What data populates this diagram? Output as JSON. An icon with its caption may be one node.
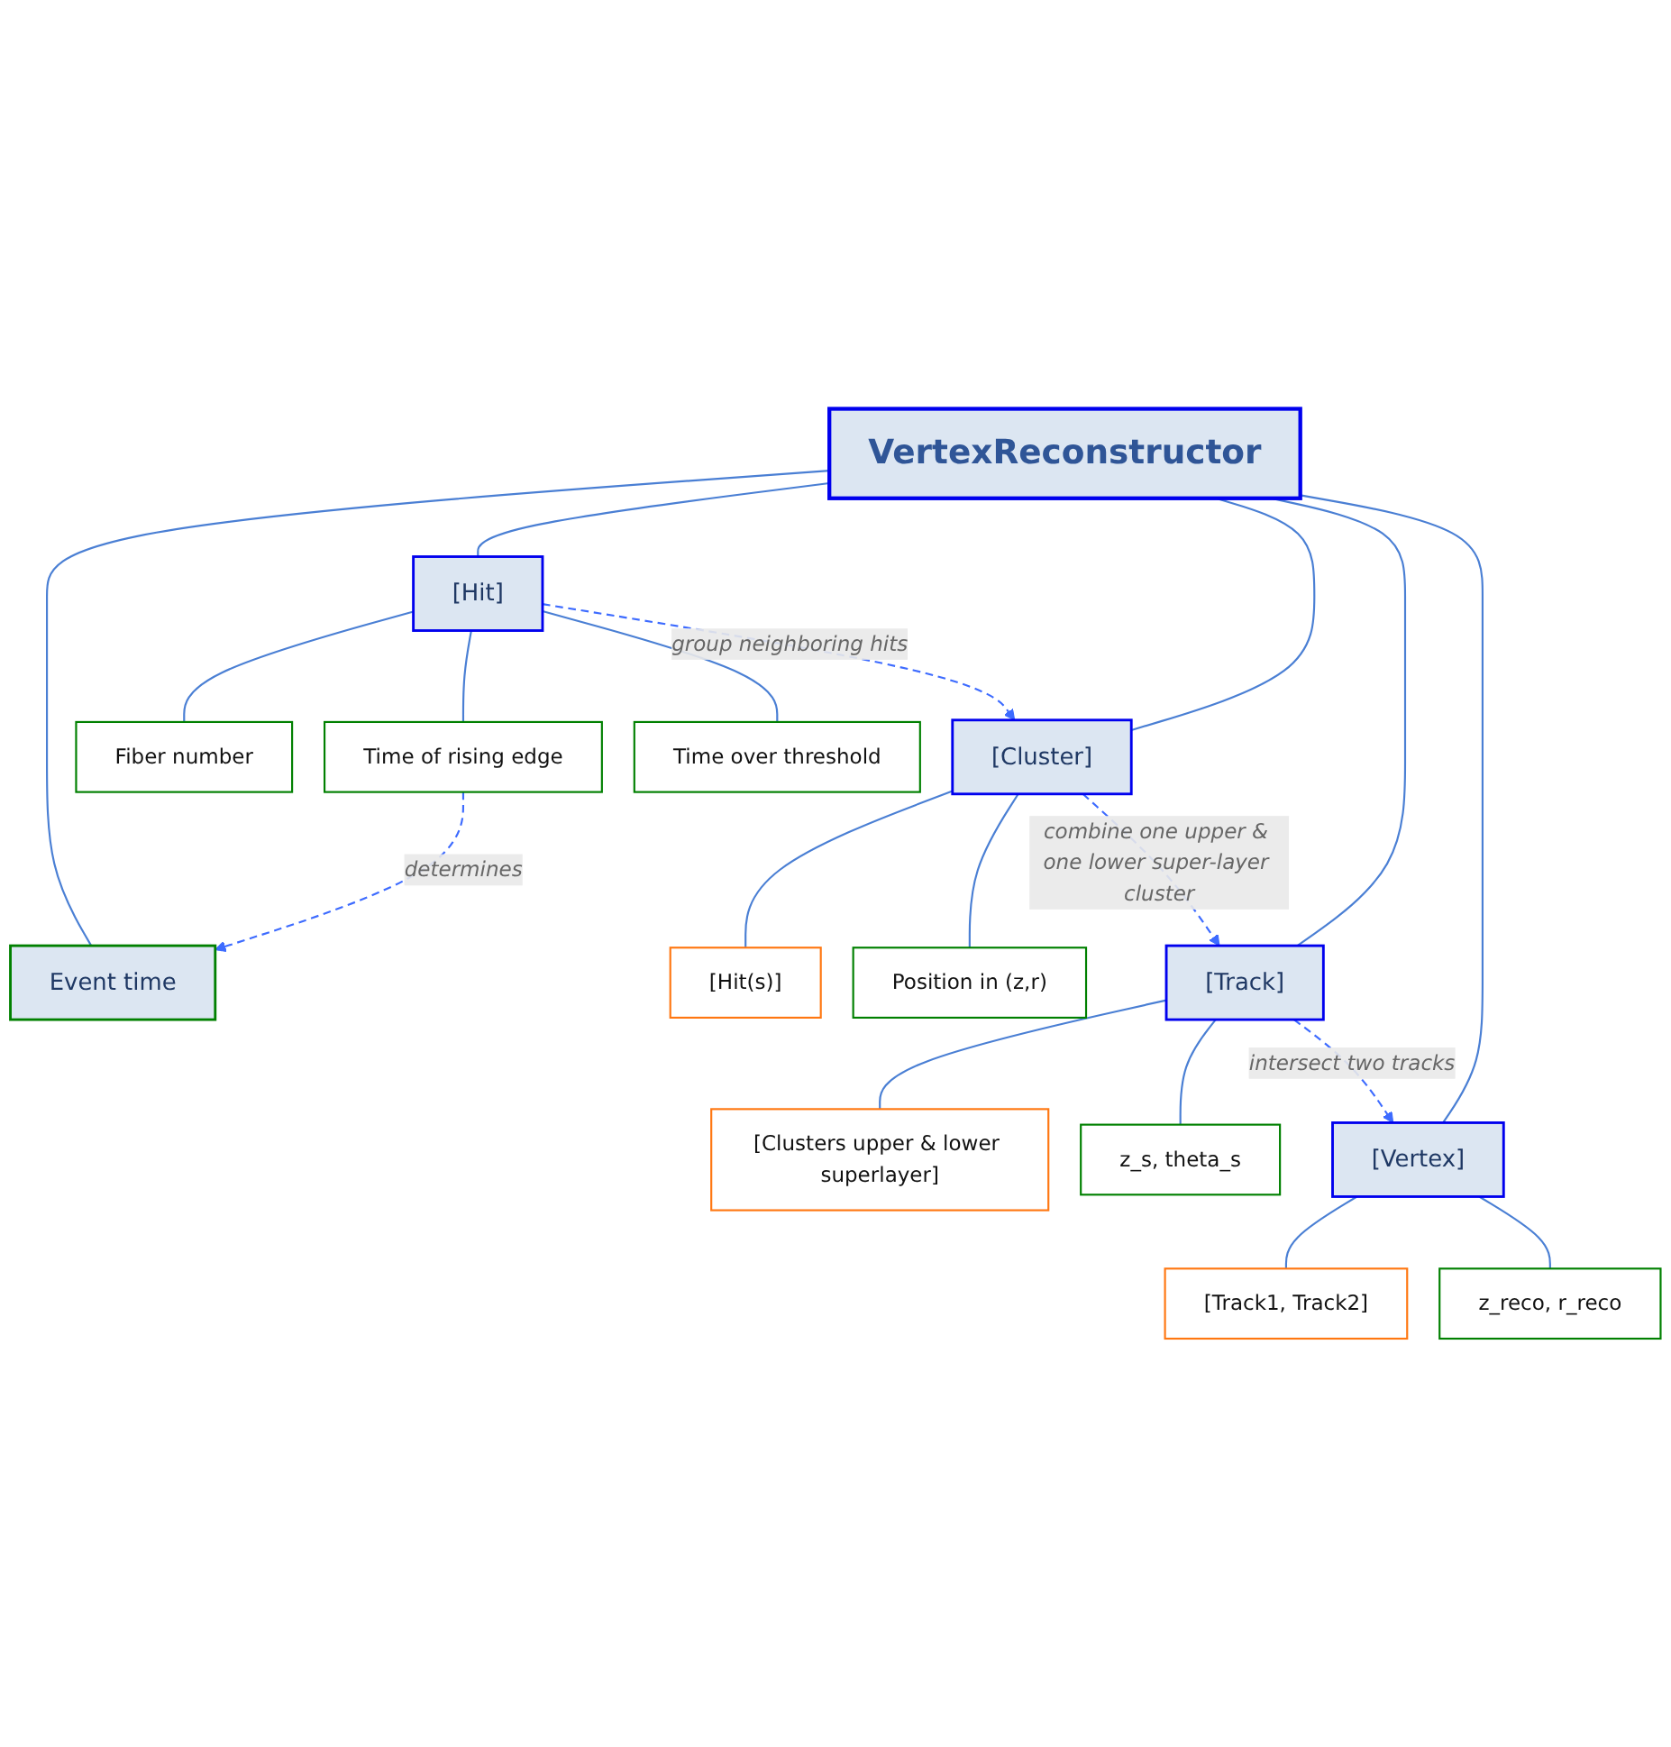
{
  "diagram": {
    "nodes": [
      {
        "text": [
          "VertexReconstructor"
        ]
      },
      {
        "text": [
          "Event time"
        ]
      },
      {
        "text": [
          "[Hit]"
        ]
      },
      {
        "text": [
          "Fiber number"
        ]
      },
      {
        "text": [
          "Time of rising edge"
        ]
      },
      {
        "text": [
          "Time over threshold"
        ]
      },
      {
        "text": [
          "[Cluster]"
        ]
      },
      {
        "text": [
          "[Hit(s)]"
        ]
      },
      {
        "text": [
          "Position in (z,r)"
        ]
      },
      {
        "text": [
          "[Track]"
        ]
      },
      {
        "text": [
          "[Clusters upper & lower superlayer]"
        ]
      },
      {
        "text": [
          "z_s, theta_s"
        ]
      },
      {
        "text": [
          "[Vertex]"
        ]
      },
      {
        "text": [
          "[Track1, Track2]"
        ]
      },
      {
        "text": [
          "z_reco, r_reco"
        ]
      }
    ],
    "edges": [
      {
        "from": 0,
        "to": 1,
        "arrow": "none"
      },
      {
        "from": 0,
        "to": 2,
        "arrow": "none"
      },
      {
        "from": 2,
        "to": 3,
        "arrow": "none"
      },
      {
        "from": 2,
        "to": 4,
        "arrow": "none"
      },
      {
        "from": 2,
        "to": 5,
        "arrow": "none"
      },
      {
        "from": 0,
        "to": 6,
        "arrow": "none"
      },
      {
        "from": 6,
        "to": 7,
        "arrow": "none"
      },
      {
        "from": 6,
        "to": 8,
        "arrow": "none"
      },
      {
        "from": 0,
        "to": 9,
        "arrow": "none"
      },
      {
        "from": 9,
        "to": 10,
        "arrow": "none"
      },
      {
        "from": 9,
        "to": 11,
        "arrow": "none"
      },
      {
        "from": 0,
        "to": 12,
        "arrow": "none"
      },
      {
        "from": 12,
        "to": 13,
        "arrow": "none"
      },
      {
        "from": 12,
        "to": 14,
        "arrow": "none"
      },
      {
        "from": 4,
        "to": 1,
        "arrow": "to",
        "label": "determines",
        "style": "dashed",
        "color": "#3d6bff"
      },
      {
        "from": 2,
        "to": 6,
        "arrow": "to",
        "label": "group neighboring hits",
        "style": "dashed",
        "color": "#3d6bff"
      },
      {
        "from": 6,
        "to": 9,
        "arrow": "to",
        "label": "combine one upper & one lower super-layer cluster",
        "style": "dashed",
        "color": "#3d6bff"
      },
      {
        "from": 9,
        "to": 12,
        "arrow": "to",
        "label": "intersect two tracks",
        "style": "dashed",
        "color": "#3d6bff"
      }
    ]
  }
}
